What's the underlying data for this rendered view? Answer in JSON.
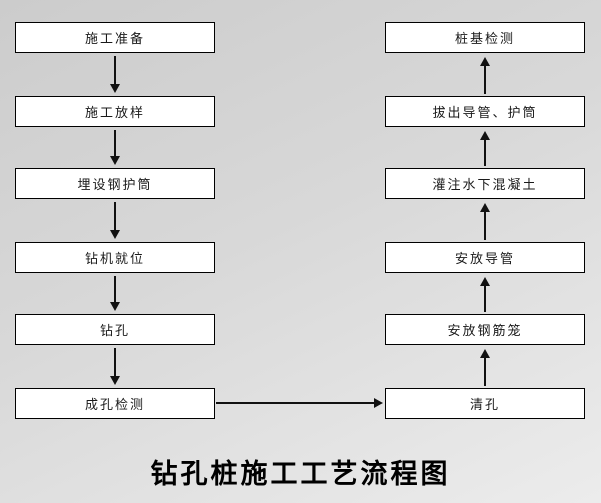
{
  "title": "钻孔桩施工工艺流程图",
  "left_steps": [
    "施工准备",
    "施工放样",
    "埋设钢护筒",
    "钻机就位",
    "钻孔",
    "成孔检测"
  ],
  "right_steps": [
    "桩基检测",
    "拔出导管、护筒",
    "灌注水下混凝土",
    "安放导管",
    "安放钢筋笼",
    "清孔"
  ],
  "flow_note": "left column flows top-to-bottom, bottom connects right to 清孔, right column flows bottom-to-top",
  "colors": {
    "box_bg": "#ffffff",
    "box_border": "#000000",
    "arrow": "#111111",
    "background_start": "#cccccc",
    "background_end": "#ececec",
    "title_color": "#000000"
  }
}
